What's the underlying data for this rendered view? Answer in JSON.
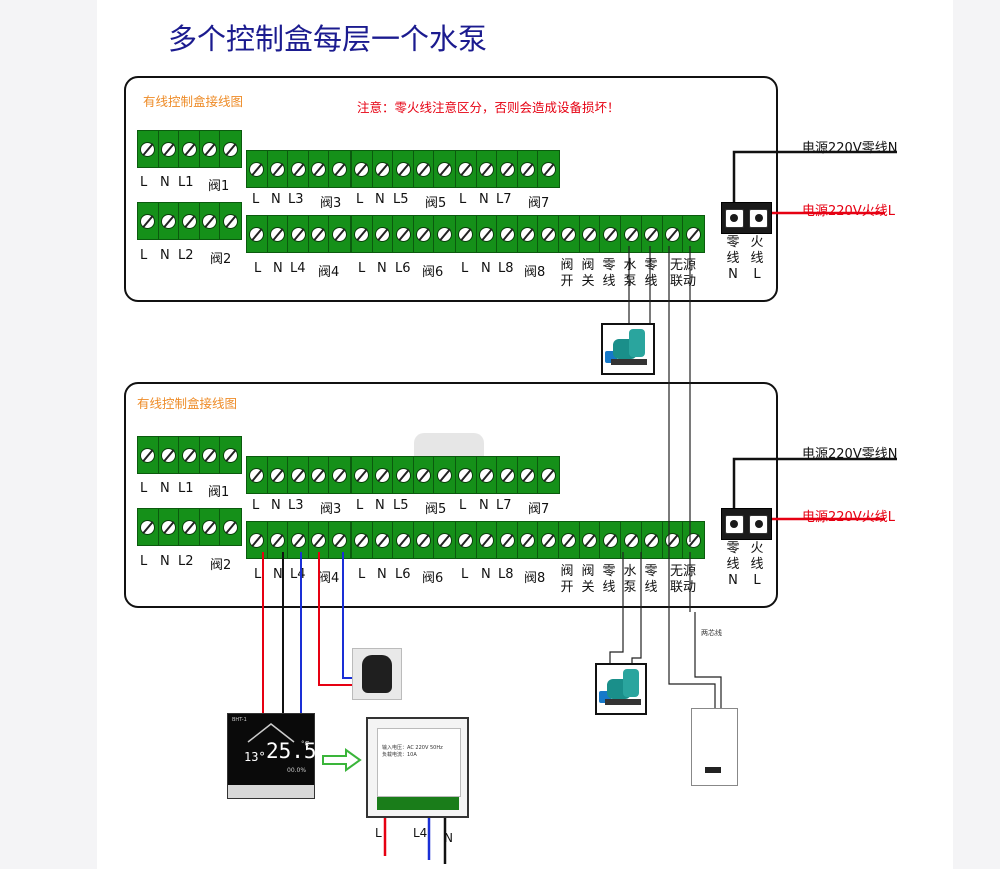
{
  "title": "多个控制盒每层一个水泵",
  "box1": {
    "title": "有线控制盒接线图",
    "warning": "注意：零火线注意区分，否则会造成设备损坏！"
  },
  "box2": {
    "title": "有线控制盒接线图"
  },
  "labels": {
    "L": "L",
    "N": "N",
    "L1": "L1",
    "L2": "L2",
    "L3": "L3",
    "L4": "L4",
    "L5": "L5",
    "L6": "L6",
    "L7": "L7",
    "L8": "L8",
    "v1": "阀1",
    "v2": "阀2",
    "v3": "阀3",
    "v4": "阀4",
    "v5": "阀5",
    "v6": "阀6",
    "v7": "阀7",
    "v8": "阀8",
    "vopen": "阀\n开",
    "vclose": "阀\n关",
    "zero": "零\n线",
    "pump": "水\n泵",
    "zero2": "零\n线",
    "passive": "无源\n联动"
  },
  "power": {
    "zero_lbl": "零\n线\nN",
    "fire_lbl": "火\n线\nL",
    "neutral": "电源220V零线N",
    "live": "电源220V火线L"
  },
  "thermostat": {
    "header": "BHT-1",
    "temp_big": "25.5",
    "temp_small": "13°",
    "unit": "°C",
    "percent": "00.0%"
  },
  "module": {
    "spec1": "输入电压：AC 220V 50Hz",
    "spec2": "负载电流：10A"
  },
  "wiring": {
    "two_core": "两芯线",
    "bottom_L": "L",
    "bottom_L4": "L4",
    "bottom_N": "N"
  },
  "colors": {
    "terminal_green": "#159019",
    "wire_red": "#e60012",
    "wire_blue": "#1a2fd6",
    "title_blue": "#1b1b8f",
    "box_title_orange": "#ee8c28"
  }
}
